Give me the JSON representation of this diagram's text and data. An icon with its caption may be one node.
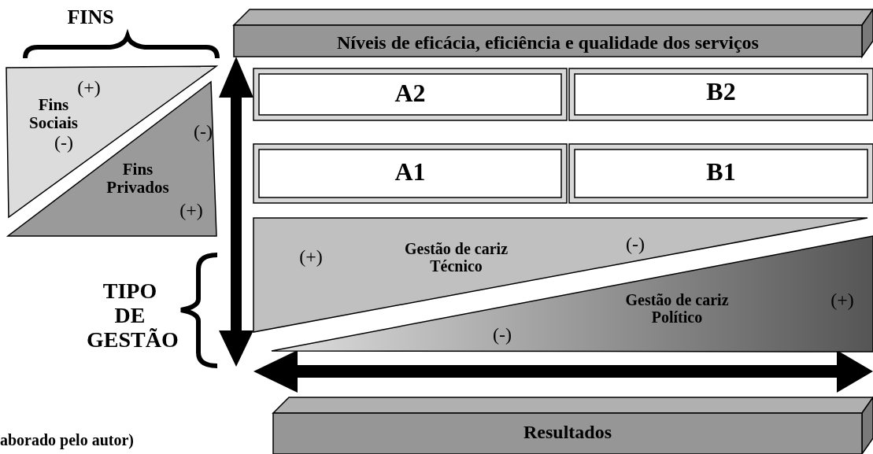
{
  "diagram": {
    "nodes": [
      {
        "text": [
          "(+)",
          "Fins Sociais",
          "(-)"
        ]
      },
      {
        "text": [
          "(-)",
          "Fins Privados",
          "(+)"
        ]
      },
      {
        "text": [
          "Níveis de eficácia, eficiência e qualidade dos serviços"
        ]
      },
      {
        "text": [
          "A2"
        ]
      },
      {
        "text": [
          "B2"
        ]
      },
      {
        "text": [
          "A1"
        ]
      },
      {
        "text": [
          "B1"
        ]
      },
      {
        "text": [
          "(+)",
          "Gestão de cariz Técnico",
          "(-)"
        ]
      },
      {
        "text": [
          "Gestão de cariz Político",
          "(-)",
          "(+)"
        ]
      },
      {
        "text": [
          "Resultados"
        ]
      }
    ],
    "labels": [
      "FINS",
      "TIPO DE GESTÃO",
      "aborado pelo autor)"
    ]
  }
}
